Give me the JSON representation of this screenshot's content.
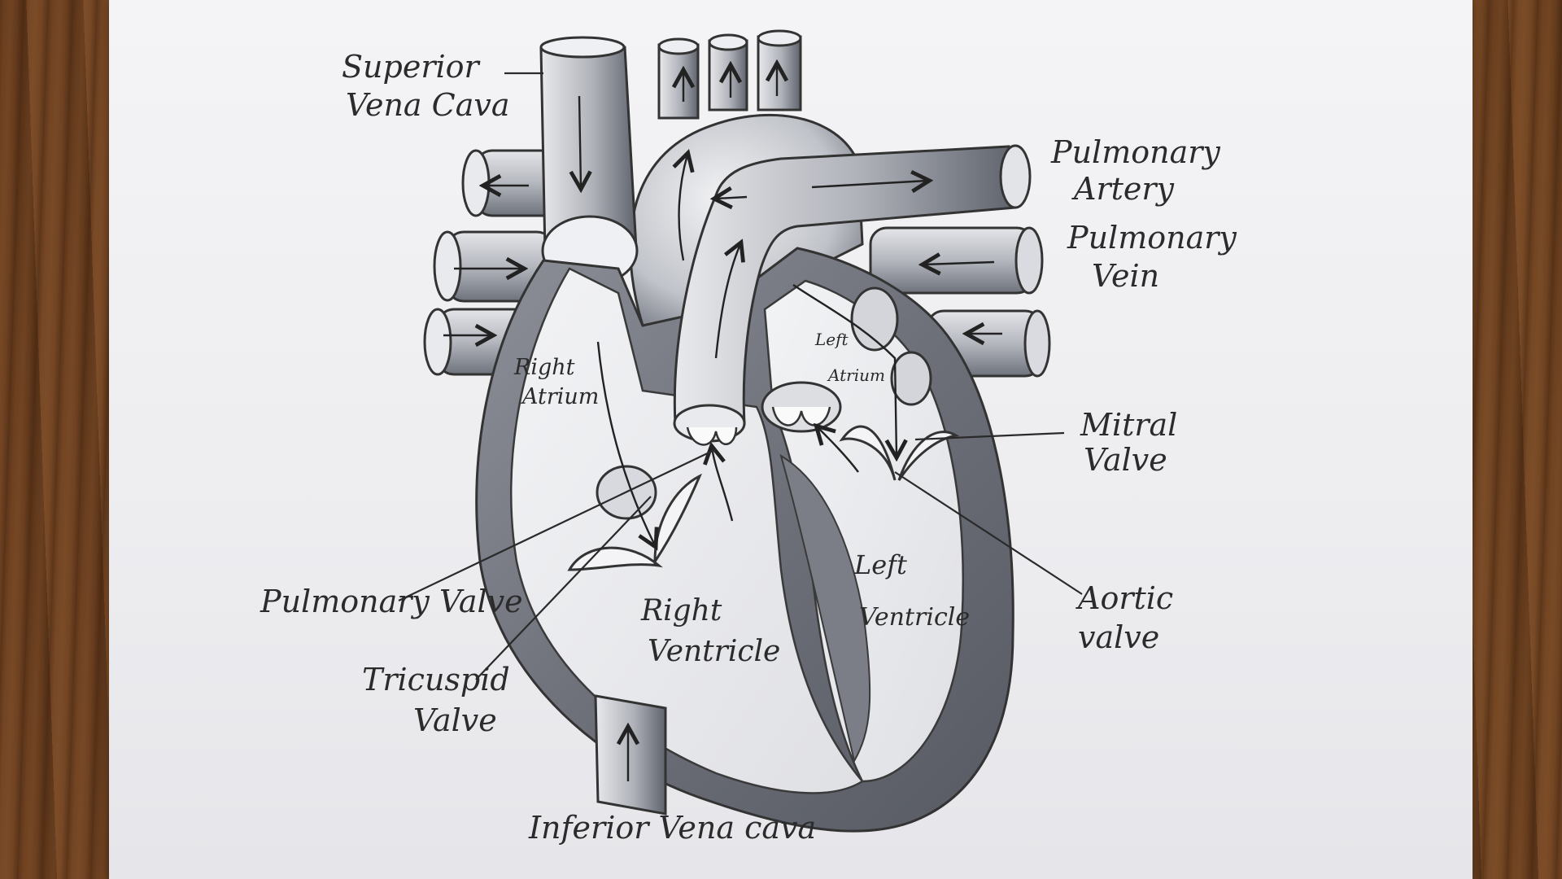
{
  "labels": {
    "superior_vena_cava": [
      "Superior",
      "Vena Cava"
    ],
    "pulmonary_artery": [
      "Pulmonary",
      "Artery"
    ],
    "pulmonary_vein": [
      "Pulmonary",
      "Vein"
    ],
    "right_atrium": [
      "Right",
      "Atrium"
    ],
    "left_atrium": [
      "Left",
      "Atrium"
    ],
    "mitral_valve": [
      "Mitral",
      "Valve"
    ],
    "pulmonary_valve": "Pulmonary Valve",
    "aortic_valve": [
      "Aortic",
      "valve"
    ],
    "tricuspid_valve": [
      "Tricuspid",
      "Valve"
    ],
    "right_ventricle": [
      "Right",
      "Ventricle"
    ],
    "left_ventricle": [
      "Left",
      "Ventricle"
    ],
    "inferior_vena_cava": "Inferior Vena cava"
  },
  "colors": {
    "paper": "#f0f0f3",
    "pencil_dark": "#555a63",
    "pencil_mid": "#9a9ea6",
    "pencil_light": "#d4d6db",
    "ink": "#2b2b2b",
    "wood": "#7a4a26"
  }
}
